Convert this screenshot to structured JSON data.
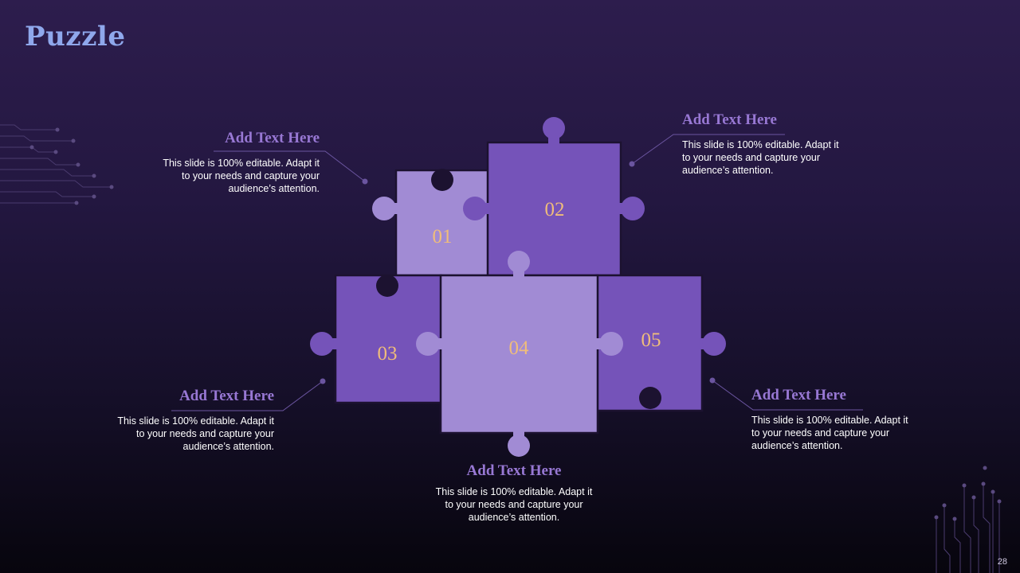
{
  "slide": {
    "title": "Puzzle",
    "page_number": "28"
  },
  "colors": {
    "light_piece": "#a18bd4",
    "dark_piece": "#7553b9",
    "number": "#f0bd7a",
    "heading": "#9878d4",
    "title": "#8fa8ec"
  },
  "pieces": [
    {
      "number": "01"
    },
    {
      "number": "02"
    },
    {
      "number": "03"
    },
    {
      "number": "04"
    },
    {
      "number": "05"
    }
  ],
  "callouts": [
    {
      "heading": "Add Text Here",
      "body": "This slide is 100% editable. Adapt it to your needs and capture your audience’s attention."
    },
    {
      "heading": "Add Text Here",
      "body": "This slide is 100% editable. Adapt it to your needs and capture your audience’s attention."
    },
    {
      "heading": "Add Text Here",
      "body": "This slide is 100% editable. Adapt it to your needs and capture your audience’s attention."
    },
    {
      "heading": "Add Text Here",
      "body": "This slide is 100% editable. Adapt it to your needs and capture your audience’s attention."
    },
    {
      "heading": "Add Text Here",
      "body": "This slide is 100% editable. Adapt it to your needs and capture your audience’s attention."
    }
  ]
}
